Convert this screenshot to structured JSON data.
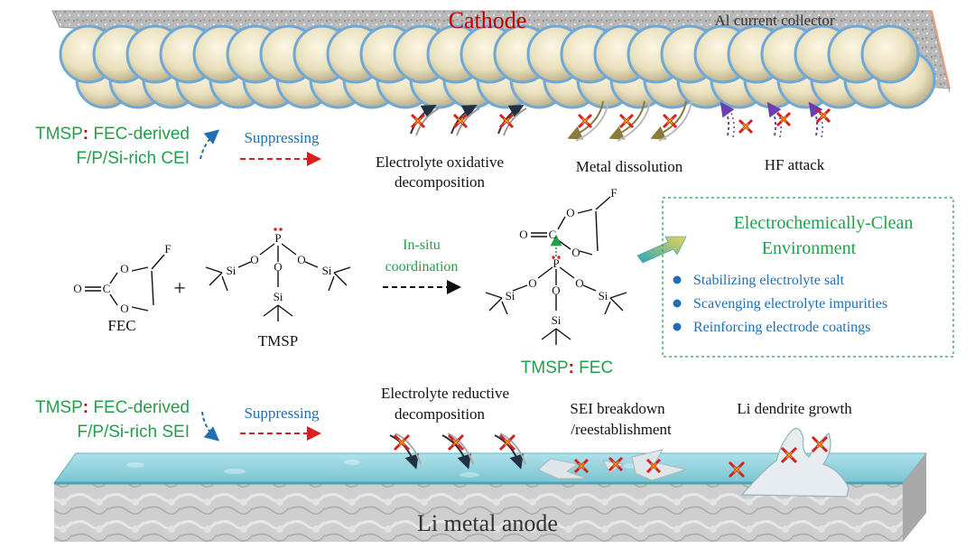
{
  "cathode": {
    "label": "Cathode",
    "collector_label": "Al current collector"
  },
  "cei": {
    "prefix": "TMSP",
    "colon": ":",
    "line1_rest": " FEC-derived",
    "line2": "F/P/Si-rich CEI",
    "suppress": "Suppressing"
  },
  "cathode_issues": {
    "oxidative_1": "Electrolyte oxidative",
    "oxidative_2": "decomposition",
    "dissolution": "Metal dissolution",
    "hf": "HF attack"
  },
  "reaction": {
    "fec": "FEC",
    "tmsp": "TMSP",
    "plus": "+",
    "coord_1": "In-situ",
    "coord_2": "coordination",
    "product_prefix": "TMSP",
    "product_colon": ":",
    "product_rest": " FEC",
    "atoms": {
      "O": "O",
      "C": "C",
      "F": "F",
      "P": "P",
      "Si": "Si"
    }
  },
  "environment": {
    "title_1": "Electrochemically-Clean",
    "title_2": "Environment",
    "bullets": [
      "Stabilizing  electrolyte salt",
      "Scavenging  electrolyte impurities",
      "Reinforcing  electrode coatings"
    ]
  },
  "sei": {
    "prefix": "TMSP",
    "colon": ":",
    "line1_rest": " FEC-derived",
    "line2": "F/P/Si-rich SEI",
    "suppress": "Suppressing"
  },
  "anode_issues": {
    "reductive_1": "Electrolyte reductive",
    "reductive_2": "decomposition",
    "sei_1": "SEI breakdown",
    "sei_2": "/reestablishment",
    "dendrite": "Li dendrite growth"
  },
  "anode": {
    "label": "Li metal anode"
  },
  "colors": {
    "green": "#22a04a",
    "red": "#c00000",
    "blue": "#1f6fb2",
    "navy": "#1f4e79"
  }
}
